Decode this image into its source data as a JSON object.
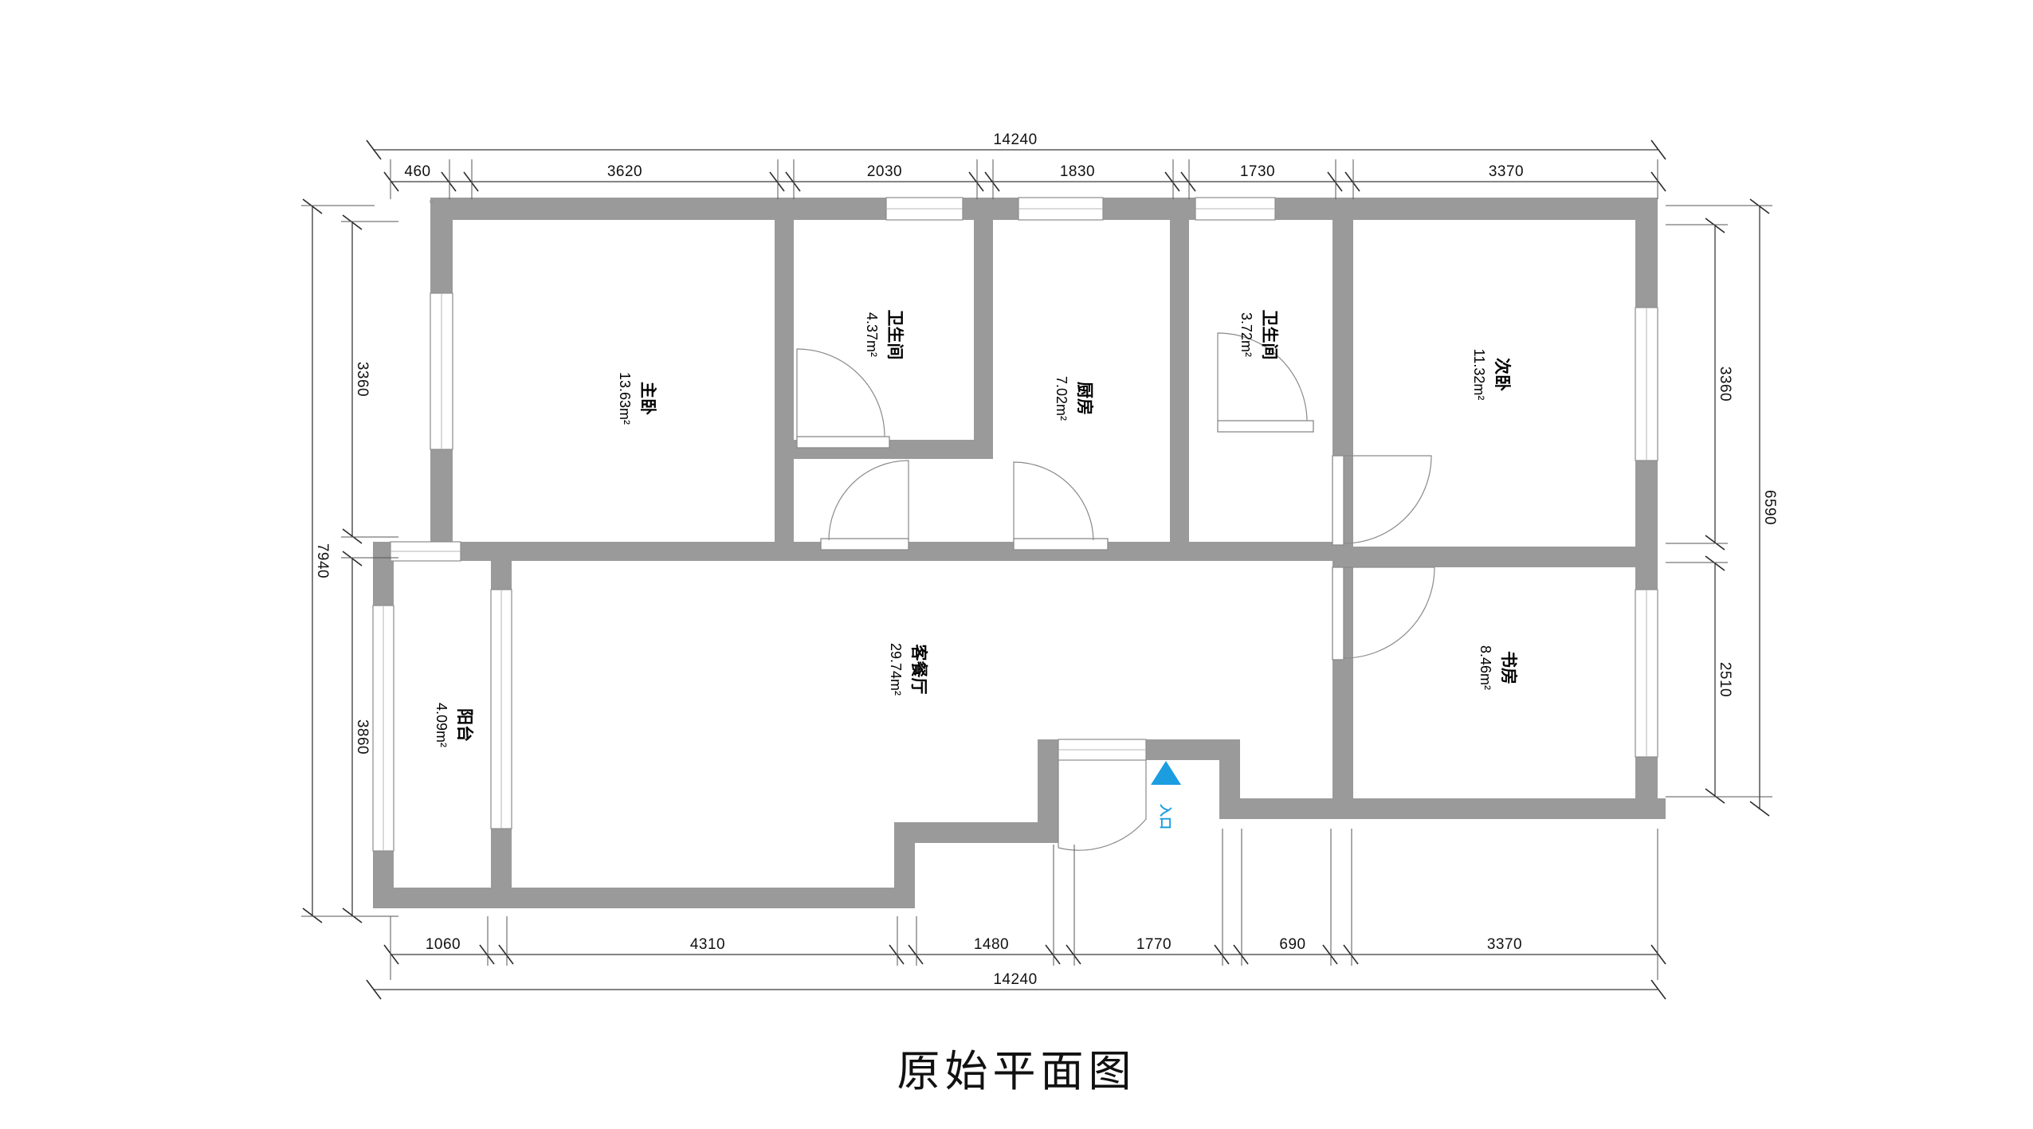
{
  "title": "原始平面图",
  "units": "mm",
  "colors": {
    "wall": "#9a9a9a",
    "wall_edge": "#6f6f6f",
    "window": "#ffffff",
    "door": "#8a8a8a",
    "dimension": "#2b2b2b",
    "entrance_marker": "#1b9de0",
    "background": "#ffffff"
  },
  "overall": {
    "width_total": "14240",
    "left_total": "7940",
    "right_total": "6590"
  },
  "dimensions": {
    "top_overall": "14240",
    "top_chain": [
      "460",
      "3620",
      "2030",
      "1830",
      "1730",
      "3370"
    ],
    "bottom_overall": "14240",
    "bottom_chain": [
      "1060",
      "4310",
      "1480",
      "1770",
      "690",
      "3370"
    ],
    "left_overall": "7940",
    "left_chain": [
      "3360",
      "3860"
    ],
    "right_overall": "6590",
    "right_chain": [
      "3360",
      "2510"
    ]
  },
  "rooms": [
    {
      "key": "master_bedroom",
      "name": "主卧",
      "area": "13.63m²"
    },
    {
      "key": "bathroom_1",
      "name": "卫生间",
      "area": "4.37m²"
    },
    {
      "key": "kitchen",
      "name": "厨房",
      "area": "7.02m²"
    },
    {
      "key": "bathroom_2",
      "name": "卫生间",
      "area": "3.72m²"
    },
    {
      "key": "second_bedroom",
      "name": "次卧",
      "area": "11.32m²"
    },
    {
      "key": "study",
      "name": "书房",
      "area": "8.46m²"
    },
    {
      "key": "living_dining",
      "name": "客餐厅",
      "area": "29.74m²"
    },
    {
      "key": "balcony",
      "name": "阳台",
      "area": "4.09m²"
    }
  ],
  "entrance": {
    "label": "入口",
    "marker": "triangle-up"
  }
}
